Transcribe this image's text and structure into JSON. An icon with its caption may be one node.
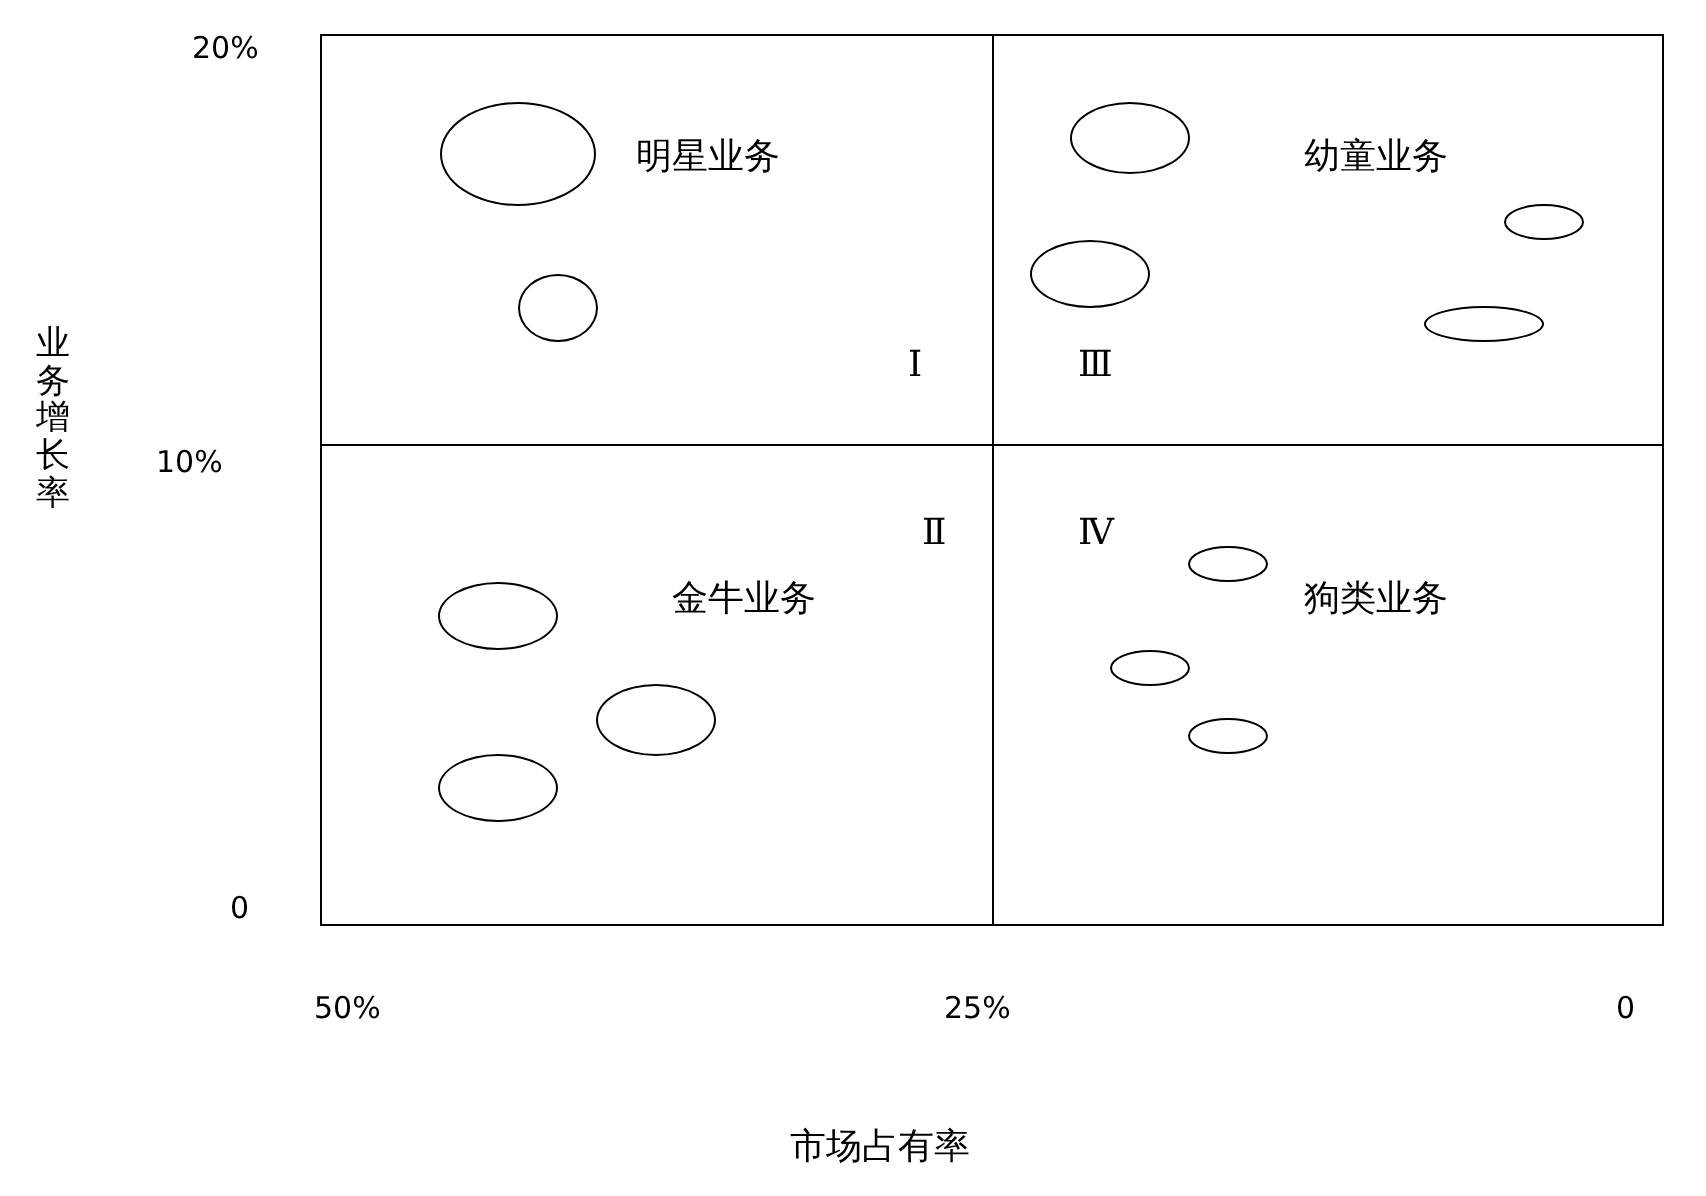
{
  "diagram": {
    "nodes": [
      {
        "text": [
          "明星业务",
          "Ⅰ"
        ]
      },
      {
        "text": [
          "幼童业务",
          "Ⅲ"
        ]
      },
      {
        "text": [
          "金牛业务",
          "Ⅱ"
        ]
      },
      {
        "text": [
          "狗类业务",
          "Ⅳ"
        ]
      },
      {
        "text": [],
        "shape": "circle",
        "in": 0
      },
      {
        "text": [],
        "shape": "circle",
        "in": 0
      },
      {
        "text": [],
        "shape": "circle",
        "in": 1
      },
      {
        "text": [],
        "shape": "circle",
        "in": 1
      },
      {
        "text": [],
        "shape": "circle",
        "in": 1
      },
      {
        "text": [],
        "shape": "circle",
        "in": 1
      },
      {
        "text": [],
        "shape": "circle",
        "in": 2
      },
      {
        "text": [],
        "shape": "circle",
        "in": 2
      },
      {
        "text": [],
        "shape": "circle",
        "in": 2
      },
      {
        "text": [],
        "shape": "circle",
        "in": 3
      },
      {
        "text": [],
        "shape": "circle",
        "in": 3
      },
      {
        "text": [],
        "shape": "circle",
        "in": 3
      }
    ],
    "labels": [
      "20%",
      "业务增长率",
      "10%",
      "0",
      "50%",
      "25%",
      "0",
      "市场占有率"
    ]
  }
}
